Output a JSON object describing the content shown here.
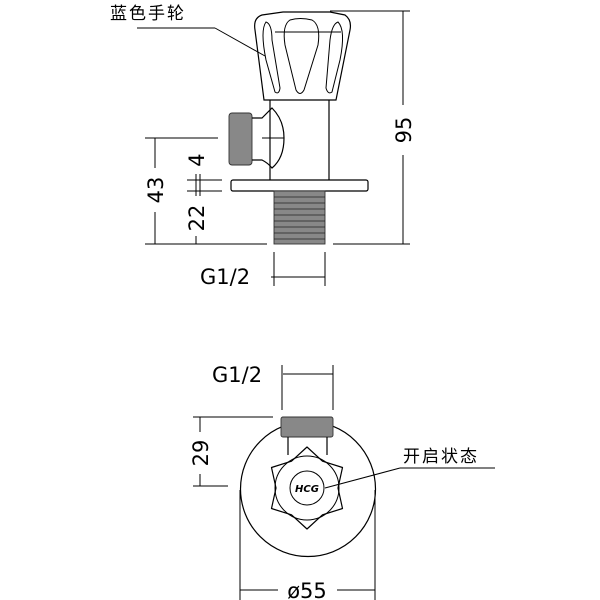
{
  "title": "Angle valve technical drawing",
  "side_view": {
    "handle_label": "蓝色手轮",
    "dim_height_total": "95",
    "dim_inlet_height": "43",
    "dim_flange": "4",
    "dim_thread_length": "22",
    "dim_thread": "G1/2"
  },
  "bottom_view": {
    "open_state_label": "开启状态",
    "dim_thread": "G1/2",
    "dim_offset": "29",
    "dim_diameter": "ø55",
    "logo": "HCG"
  }
}
